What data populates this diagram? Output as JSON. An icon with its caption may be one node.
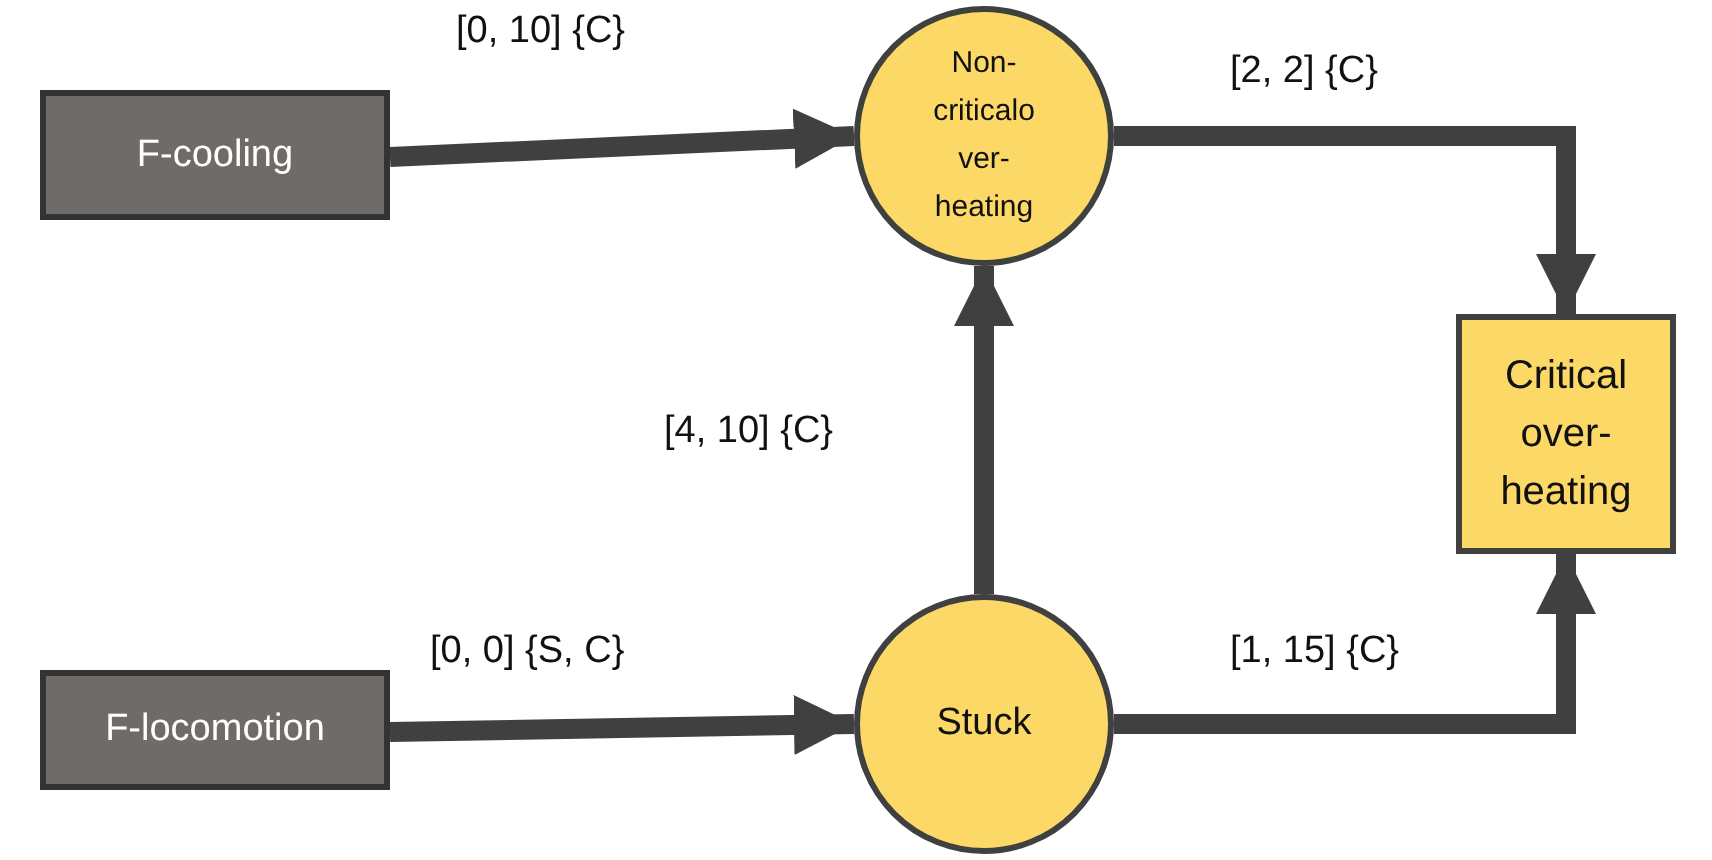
{
  "diagram": {
    "nodes": [
      {
        "text": [
          "F-cooling"
        ]
      },
      {
        "text": [
          "Non- criticalo ver- heating"
        ]
      },
      {
        "text": [
          "Critical over- heating"
        ]
      },
      {
        "text": [
          "F-locomotion"
        ]
      },
      {
        "text": [
          "Stuck"
        ]
      }
    ],
    "edges": [
      {
        "from": 0,
        "to": 1,
        "arrow": "to",
        "label": "[0, 10] {C}"
      },
      {
        "from": 1,
        "to": 2,
        "arrow": "to",
        "label": "[2, 2] {C}"
      },
      {
        "from": 4,
        "to": 1,
        "arrow": "to",
        "label": "[4, 10] {C}"
      },
      {
        "from": 3,
        "to": 4,
        "arrow": "to",
        "label": "[0, 0] {S, C}"
      },
      {
        "from": 4,
        "to": 2,
        "arrow": "to",
        "label": "[1, 15] {C}"
      }
    ]
  }
}
